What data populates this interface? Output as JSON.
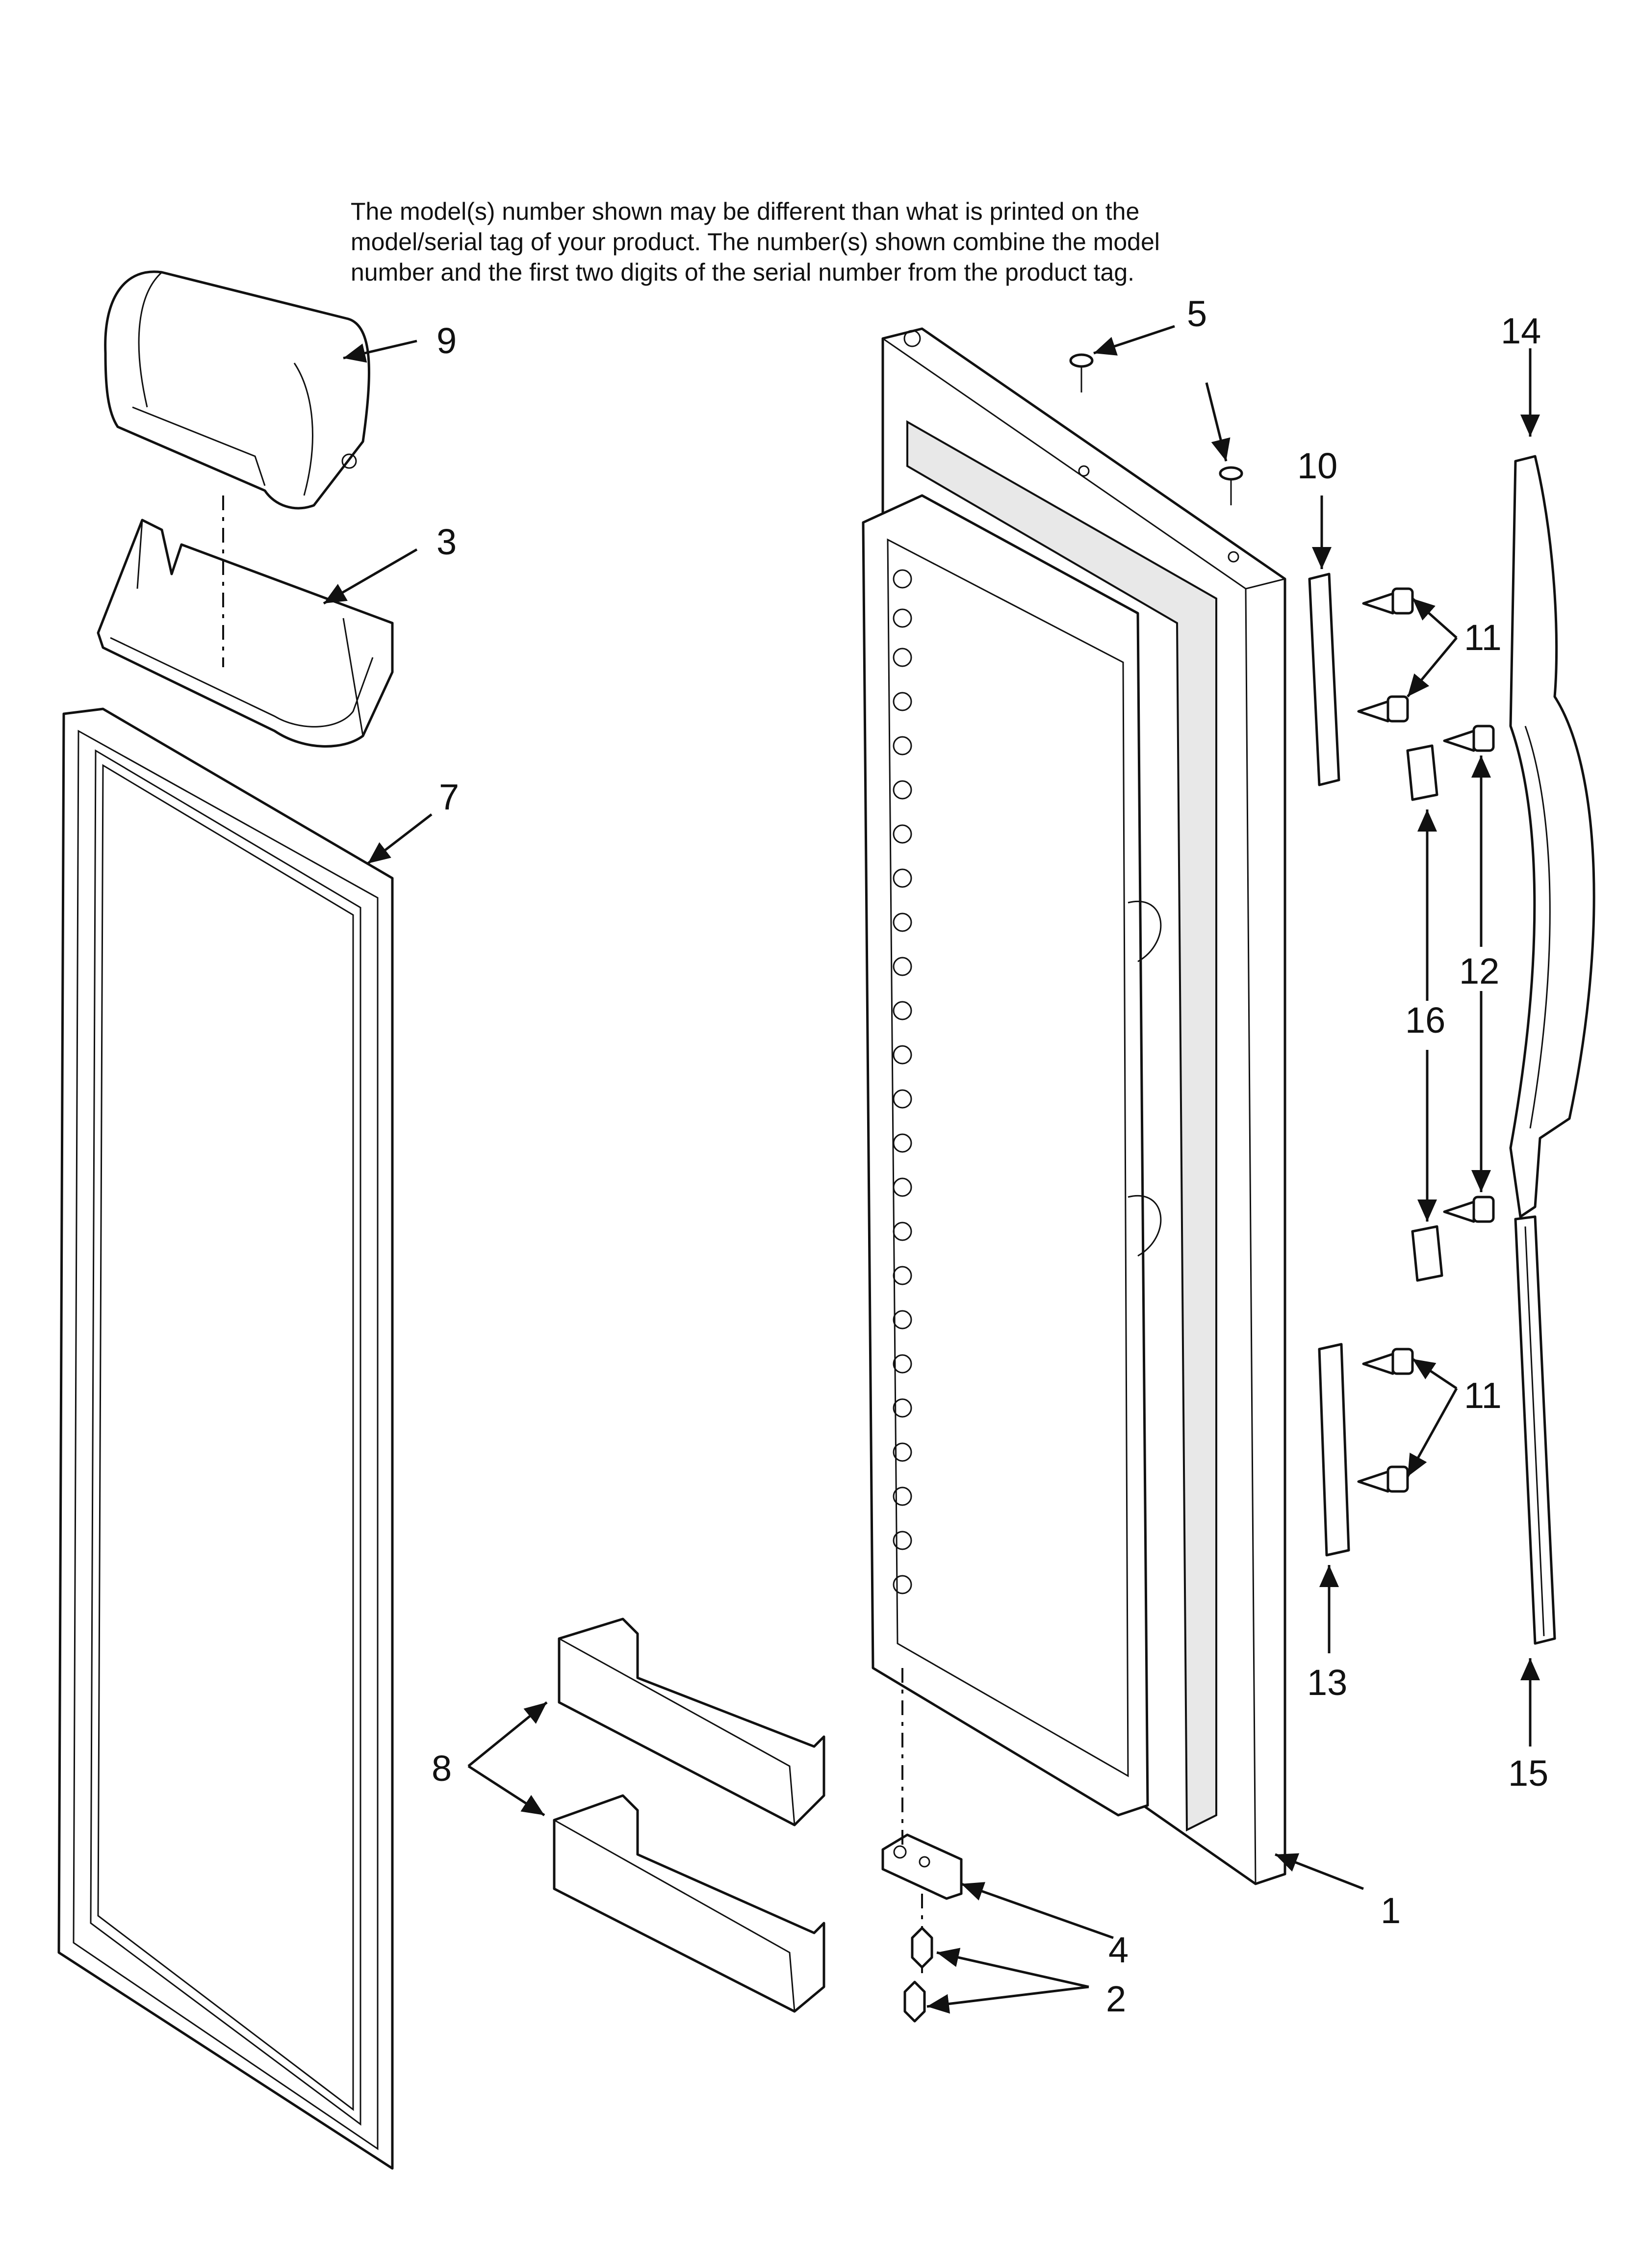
{
  "note": {
    "lines": [
      "The model(s) number shown may be different than what is printed on the",
      "model/serial tag of your product. The number(s) shown combine the model",
      "number and the first two digits of the serial number from the product tag."
    ]
  },
  "callouts": {
    "c1": "1",
    "c2": "2",
    "c3": "3",
    "c4": "4",
    "c5": "5",
    "c7": "7",
    "c8": "8",
    "c9": "9",
    "c10": "10",
    "c11a": "11",
    "c11b": "11",
    "c12": "12",
    "c13": "13",
    "c14": "14",
    "c15": "15",
    "c16": "16"
  },
  "colors": {
    "line": "#111111",
    "background": "#ffffff",
    "shade": "#e8e8e8"
  }
}
